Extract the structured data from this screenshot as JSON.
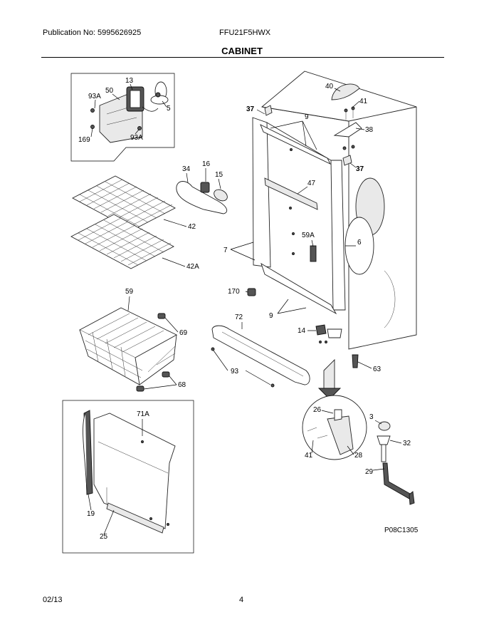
{
  "header": {
    "publication": "Publication No: 5995626925",
    "model": "FFU21F5HWX",
    "section": "CABINET"
  },
  "footer": {
    "date": "02/13",
    "page": "4"
  },
  "diagram": {
    "code": "P08C1305",
    "labels": {
      "p13": "13",
      "p50": "50",
      "p93a_top": "93A",
      "p5": "5",
      "p169": "169",
      "p93a_bot": "93A",
      "p40": "40",
      "p41_top": "41",
      "p38": "38",
      "p37_top": "37",
      "p37_right": "37",
      "p9_top": "9",
      "p34": "34",
      "p16": "16",
      "p15": "15",
      "p47": "47",
      "p42": "42",
      "p42a": "42A",
      "p59a": "59A",
      "p6": "6",
      "p7": "7",
      "p59": "59",
      "p170": "170",
      "p72": "72",
      "p9_bot": "9",
      "p69": "69",
      "p14": "14",
      "p63": "63",
      "p93": "93",
      "p68": "68",
      "p71a": "71A",
      "p26": "26",
      "p3": "3",
      "p32": "32",
      "p41_bot": "41",
      "p28": "28",
      "p29": "29",
      "p19": "19",
      "p25": "25"
    }
  }
}
